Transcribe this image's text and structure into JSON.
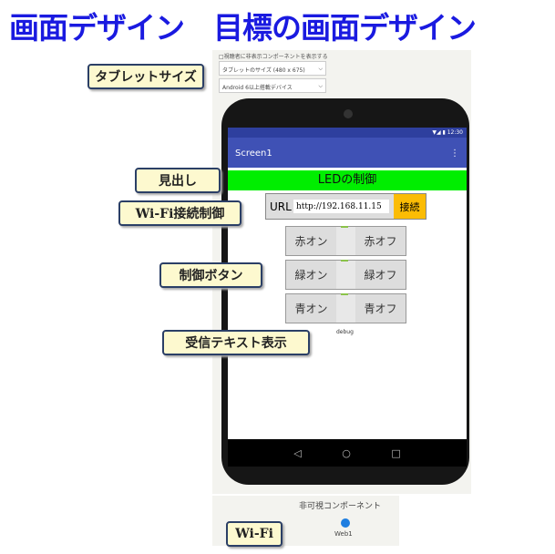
{
  "title": "画面デザイン　目標の画面デザイン",
  "designer": {
    "show_hidden_checkbox": "□視聴者に非表示コンポーネントを表示する",
    "tablet_size": "タブレットのサイズ (480 x 675)",
    "device": "Android 6以上搭載デバイス",
    "dropdown_icon": "⌵"
  },
  "phone": {
    "status_time": "▼◢ ▮ 12:30",
    "screen_title": "Screen1",
    "menu_icon": "⋮",
    "heading": "LEDの制御",
    "url_label": "URL",
    "url_value": "http://192.168.11.15",
    "connect_label": "接続",
    "buttons": [
      [
        "赤オン",
        "赤オフ"
      ],
      [
        "緑オン",
        "緑オフ"
      ],
      [
        "青オン",
        "青オフ"
      ]
    ],
    "debug": "debug",
    "nav": [
      "◁",
      "○",
      "□"
    ]
  },
  "invisible": {
    "title": "非可視コンポーネント",
    "web": "Web1"
  },
  "callouts": {
    "tablet": "タブレットサイズ",
    "heading": "見出し",
    "wifi_control": "Wi-Fi接続制御",
    "buttons": "制御ボタン",
    "receive": "受信テキスト表示",
    "wifi": "Wi-Fi"
  }
}
